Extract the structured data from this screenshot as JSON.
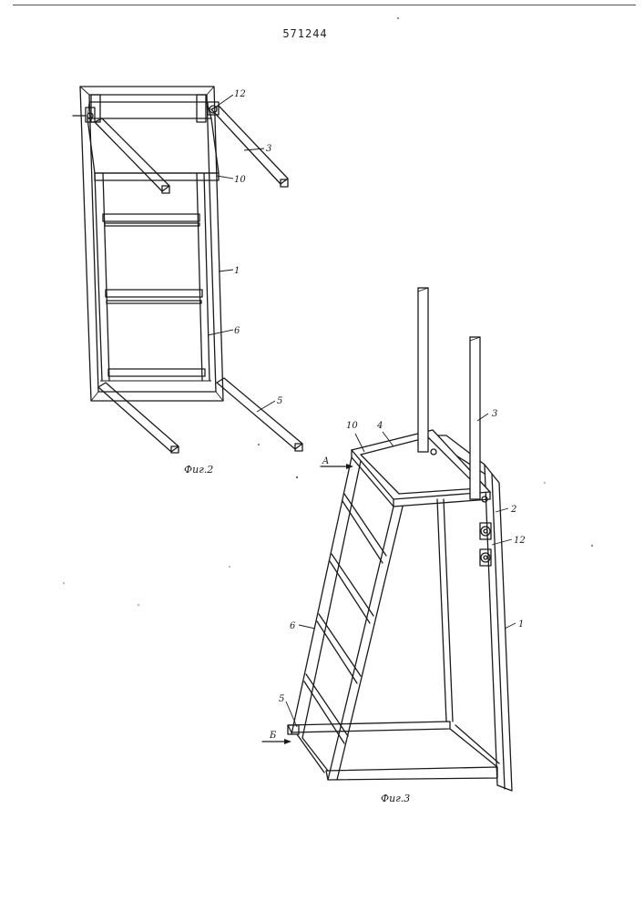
{
  "header": {
    "patent_number": "571244"
  },
  "figure2": {
    "caption": "Фиг.2",
    "labels": {
      "l12": "12",
      "l3": "3",
      "l10": "10",
      "l1": "1",
      "l6": "6",
      "l5": "5"
    }
  },
  "figure3": {
    "caption": "Фиг.3",
    "labels": {
      "l10": "10",
      "l4": "4",
      "l3": "3",
      "l2": "2",
      "l12": "12",
      "l1": "1",
      "l6": "6",
      "l5": "5"
    },
    "arrows": {
      "a": "A",
      "b": "Б"
    }
  }
}
